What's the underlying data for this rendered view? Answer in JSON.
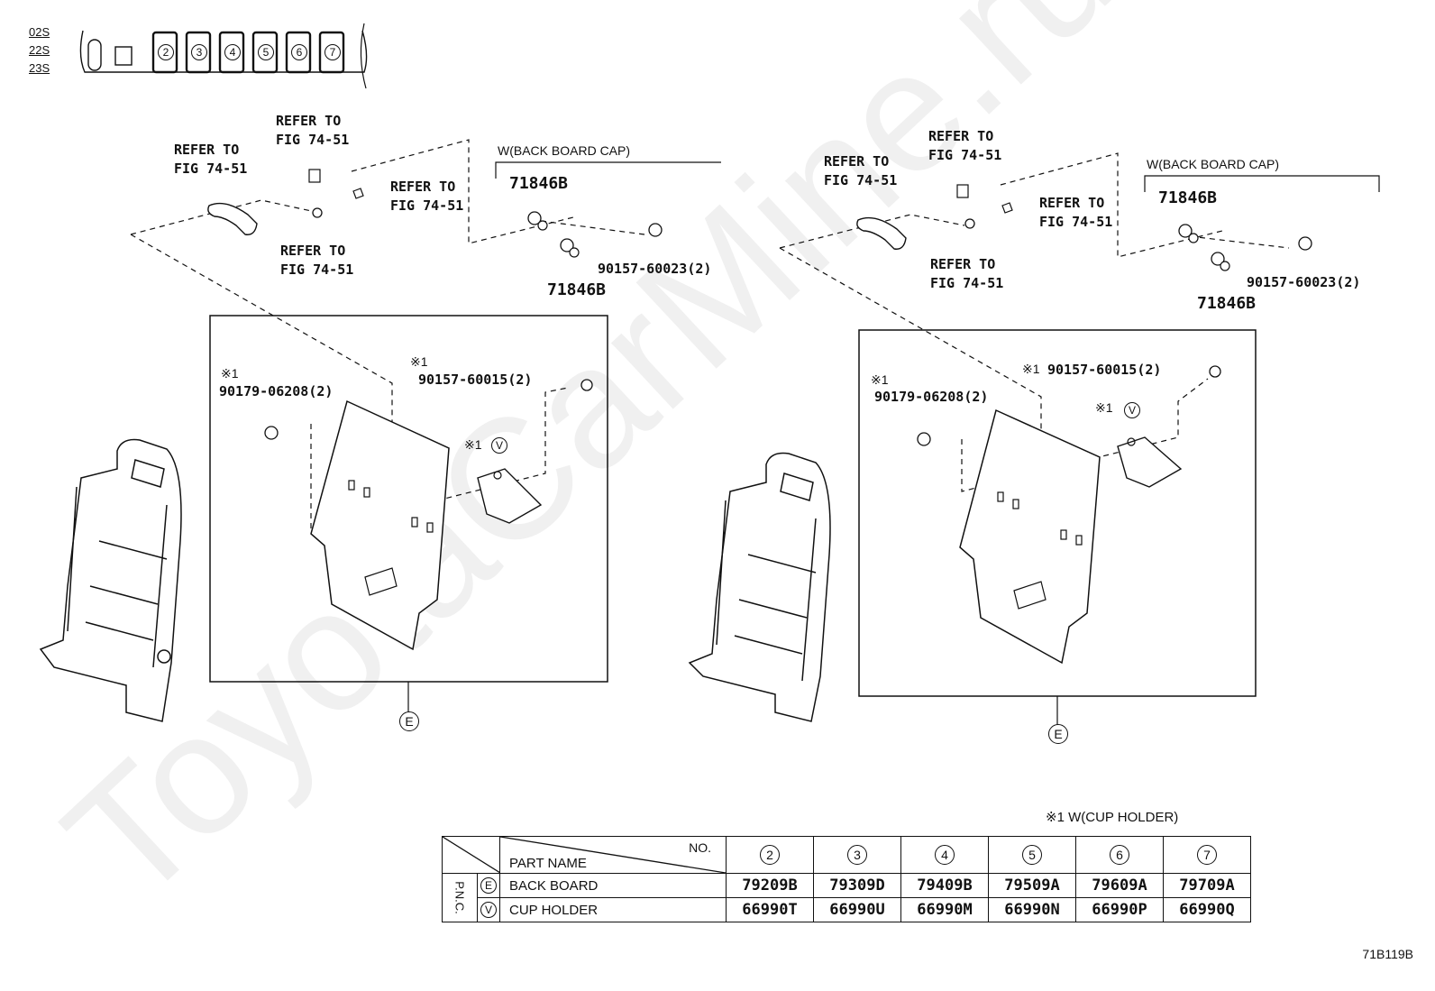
{
  "header": {
    "model_codes": [
      "02S",
      "22S",
      "23S"
    ],
    "variant_numbers": [
      "2",
      "3",
      "4",
      "5",
      "6",
      "7"
    ]
  },
  "left_view": {
    "refer_headrest": "REFER TO\nFIG 74-51",
    "refer_top": "REFER TO\nFIG 74-51",
    "refer_right": "REFER TO\nFIG 74-51",
    "refer_bolt": "REFER TO\nFIG 74-51",
    "back_board_cap_label": "W(BACK BOARD CAP)",
    "cap_part_1": "71846B",
    "cap_part_2": "71846B",
    "cap_screw": "90157-60023(2)",
    "mark_1a": "※1",
    "nut_part": "90179-06208(2)",
    "mark_1b": "※1",
    "screw_part": "90157-60015(2)",
    "mark_1c": "※1",
    "cup_symbol": "V",
    "board_symbol": "E"
  },
  "right_view": {
    "refer_headrest": "REFER TO\nFIG 74-51",
    "refer_top": "REFER TO\nFIG 74-51",
    "refer_right": "REFER TO\nFIG 74-51",
    "refer_bolt": "REFER TO\nFIG 74-51",
    "back_board_cap_label": "W(BACK BOARD CAP)",
    "cap_part_1": "71846B",
    "cap_part_2": "71846B",
    "cap_screw": "90157-60023(2)",
    "mark_1a": "※1",
    "nut_part": "90179-06208(2)",
    "mark_1b": "※1",
    "screw_part": "90157-60015(2)",
    "mark_1c": "※1",
    "cup_symbol": "V",
    "board_symbol": "E"
  },
  "note": "※1 W(CUP HOLDER)",
  "table": {
    "no_label": "NO.",
    "part_name_label": "PART NAME",
    "pnc_label": "P.N.C.",
    "columns": [
      "2",
      "3",
      "4",
      "5",
      "6",
      "7"
    ],
    "rows": [
      {
        "symbol": "E",
        "name": "BACK BOARD",
        "values": [
          "79209B",
          "79309D",
          "79409B",
          "79509A",
          "79609A",
          "79709A"
        ]
      },
      {
        "symbol": "V",
        "name": "CUP HOLDER",
        "values": [
          "66990T",
          "66990U",
          "66990M",
          "66990N",
          "66990P",
          "66990Q"
        ]
      }
    ]
  },
  "footer_code": "71B119B",
  "watermark": "ToyotaCarMine.ru"
}
